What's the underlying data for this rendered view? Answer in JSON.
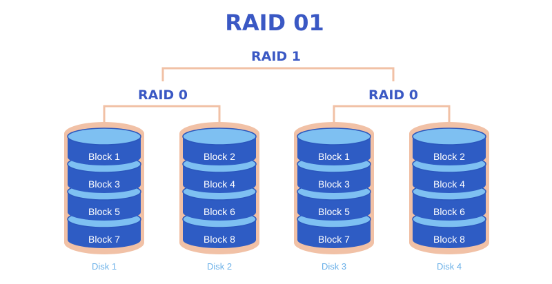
{
  "title": "RAID 01",
  "mirror_label": "RAID 1",
  "stripe_groups": [
    {
      "label": "RAID 0",
      "disks": [
        0,
        1
      ]
    },
    {
      "label": "RAID 0",
      "disks": [
        2,
        3
      ]
    }
  ],
  "disks": [
    {
      "label": "Disk 1",
      "blocks": [
        "Block 1",
        "Block 3",
        "Block 5",
        "Block 7"
      ]
    },
    {
      "label": "Disk 2",
      "blocks": [
        "Block 2",
        "Block 4",
        "Block 6",
        "Block 8"
      ]
    },
    {
      "label": "Disk 3",
      "blocks": [
        "Block 1",
        "Block 3",
        "Block 5",
        "Block 7"
      ]
    },
    {
      "label": "Disk 4",
      "blocks": [
        "Block 2",
        "Block 4",
        "Block 6",
        "Block 8"
      ]
    }
  ],
  "colors": {
    "title": "#3a58c4",
    "connector": "#f1c1a6",
    "disk_outline": "#f1c1a6",
    "block_body": "#2e5cc4",
    "block_top": "#7ec0f2",
    "block_top_edge": "#2a56bc",
    "block_text": "#ffffff",
    "disk_label": "#6ab0e8"
  }
}
